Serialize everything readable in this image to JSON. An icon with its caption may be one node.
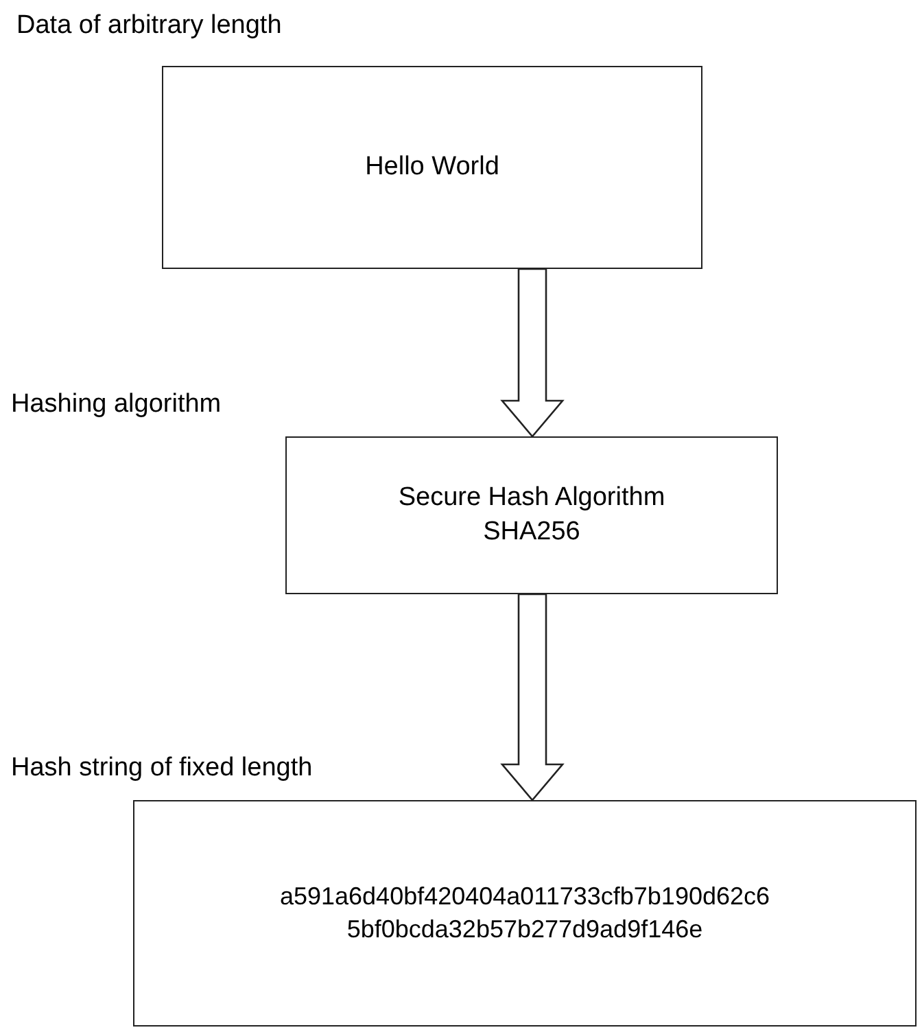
{
  "diagram": {
    "nodes": [
      {
        "text": [
          "Data of arbitrary length",
          "Hello World"
        ]
      },
      {
        "text": [
          "Hashing algorithm",
          "Secure Hash Algorithm SHA256"
        ]
      },
      {
        "text": [
          "Hash string of fixed length",
          "a591a6d40bf420404a011733cfb7b190d62c6 5bf0bcda32b57b277d9ad9f146e"
        ]
      }
    ],
    "edges": [
      {
        "from": 0,
        "to": 1,
        "arrow": "to"
      },
      {
        "from": 1,
        "to": 2,
        "arrow": "to"
      }
    ]
  }
}
